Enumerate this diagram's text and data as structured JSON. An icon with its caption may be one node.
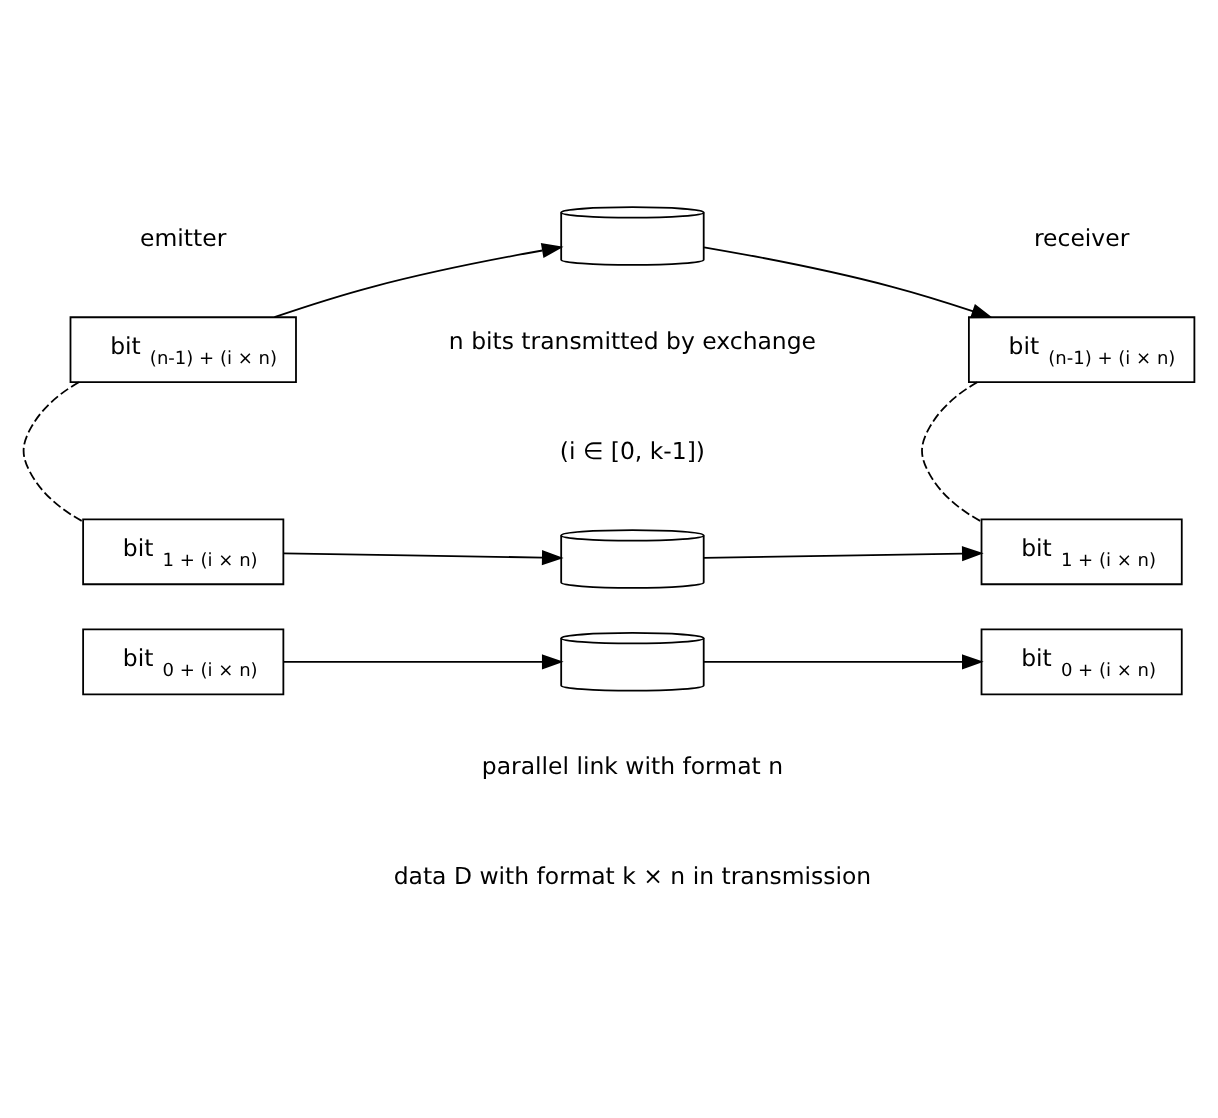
{
  "diagram": {
    "nodes": [
      {
        "text": [
          "bit $_{(n-1) + (i × n)}$"
        ]
      },
      {
        "text": [],
        "shape": "cylinder"
      },
      {
        "text": [
          "bit $_{(n-1) + (i × n)}$"
        ]
      },
      {
        "text": [
          "bit $_{1 + (i × n)}$"
        ]
      },
      {
        "text": [],
        "shape": "cylinder"
      },
      {
        "text": [
          "bit $_{1 + (i × n)}$"
        ]
      },
      {
        "text": [
          "bit $_{0 + (i × n)}$"
        ]
      },
      {
        "text": [],
        "shape": "cylinder"
      },
      {
        "text": [
          "bit $_{0 + (i × n)}$"
        ]
      }
    ],
    "edges": [
      {
        "from": 0,
        "to": 1,
        "arrow": "to"
      },
      {
        "from": 1,
        "to": 2,
        "arrow": "to"
      },
      {
        "from": 0,
        "to": 3,
        "arrow": "none",
        "style": "dashed"
      },
      {
        "from": 2,
        "to": 5,
        "arrow": "none",
        "style": "dashed"
      },
      {
        "from": 3,
        "to": 4,
        "arrow": "to"
      },
      {
        "from": 4,
        "to": 5,
        "arrow": "to"
      },
      {
        "from": 6,
        "to": 7,
        "arrow": "to"
      },
      {
        "from": 7,
        "to": 8,
        "arrow": "to"
      }
    ],
    "labels": [
      "emitter",
      "receiver",
      "n bits transmitted by exchange",
      "(i ∈ [0, k-1])",
      "parallel link with format n",
      "data D with format k × n in transmission"
    ]
  }
}
